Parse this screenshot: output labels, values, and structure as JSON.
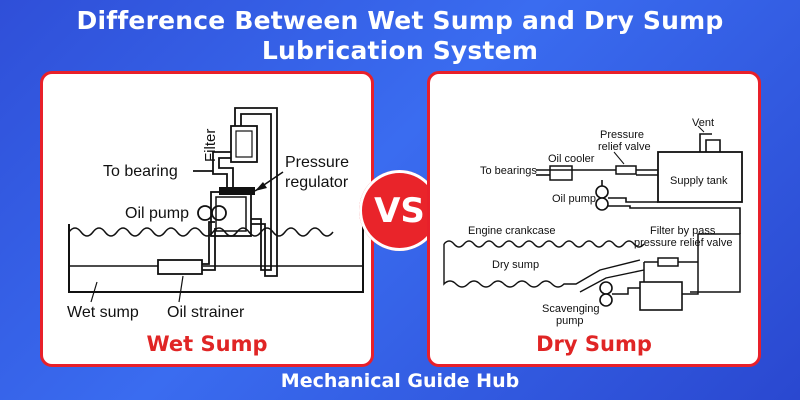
{
  "title_line1": "Difference Between Wet Sump and Dry Sump",
  "title_line2": "Lubrication System",
  "vs_label": "VS",
  "footer": "Mechanical Guide Hub",
  "colors": {
    "background": "#3a6cf0",
    "accent": "#e8202a",
    "panel": "#ffffff"
  },
  "wet": {
    "caption": "Wet Sump",
    "labels": {
      "filter": "Filter",
      "to_bearing": "To bearing",
      "pressure": "Pressure",
      "regulator": "regulator",
      "oil_pump": "Oil pump",
      "wet_sump": "Wet sump",
      "oil_strainer": "Oil strainer"
    }
  },
  "dry": {
    "caption": "Dry Sump",
    "labels": {
      "vent": "Vent",
      "pressure": "Pressure",
      "relief_valve": "relief valve",
      "to_bearings": "To bearings",
      "oil_cooler": "Oil cooler",
      "oil_pump": "Oil pump",
      "supply_tank": "Supply tank",
      "engine_crankcase": "Engine crankcase",
      "filter_bypass": "Filter by pass",
      "pressure_relief_valve": "pressure relief valve",
      "dry_sump": "Dry sump",
      "scavenging": "Scavenging",
      "pump": "pump"
    }
  }
}
